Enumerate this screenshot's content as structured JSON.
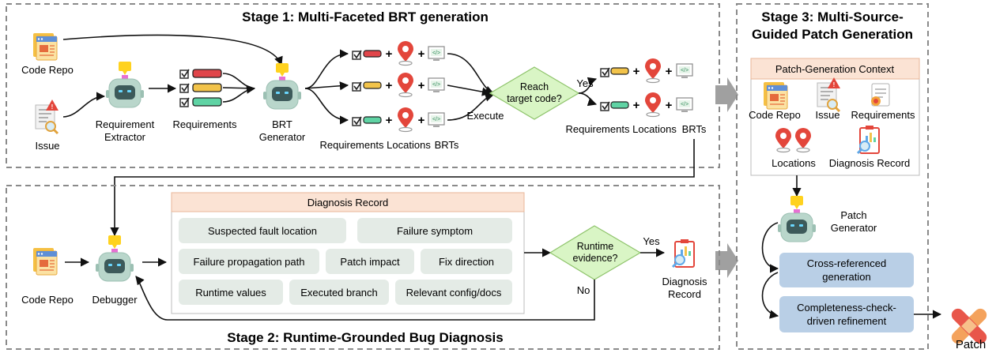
{
  "stage1": {
    "title": "Stage 1: Multi-Faceted BRT generation",
    "code_repo": "Code Repo",
    "issue": "Issue",
    "extractor": [
      "Requirement",
      "Extractor"
    ],
    "requirements": "Requirements",
    "generator": [
      "BRT",
      "Generator"
    ],
    "out_requirements": "Requirements",
    "out_locations": "Locations",
    "out_brts": "BRTs",
    "decision": [
      "Reach",
      "target code?"
    ],
    "yes": "Yes",
    "execute": "Execute",
    "final_requirements": "Requirements",
    "final_locations": "Locations",
    "final_brts": "BRTs"
  },
  "stage2": {
    "title": "Stage 2: Runtime-Grounded Bug Diagnosis",
    "code_repo": "Code Repo",
    "debugger": "Debugger",
    "record_title": "Diagnosis Record",
    "chips": [
      "Suspected fault location",
      "Failure symptom",
      "Failure propagation path",
      "Patch impact",
      "Fix direction",
      "Runtime values",
      "Executed branch",
      "Relevant config/docs"
    ],
    "decision": [
      "Runtime",
      "evidence?"
    ],
    "yes": "Yes",
    "no": "No",
    "output": [
      "Diagnosis",
      "Record"
    ]
  },
  "stage3": {
    "title": [
      "Stage 3: Multi-Source-",
      "Guided Patch Generation"
    ],
    "context_title": "Patch-Generation Context",
    "ctx_code_repo": "Code Repo",
    "ctx_issue": "Issue",
    "ctx_requirements": "Requirements",
    "ctx_locations": "Locations",
    "ctx_diagnosis": "Diagnosis Record",
    "generator": [
      "Patch",
      "Generator"
    ],
    "step1": [
      "Cross-referenced",
      "generation"
    ],
    "step2": [
      "Completeness-check-",
      "driven refinement"
    ],
    "patch": "Patch"
  },
  "colors": {
    "dashed": "#8a8a8a",
    "header_fill": "#fbe3d4",
    "header_stroke": "#e8b79a",
    "chip_fill": "#e4ebe6",
    "diamond_fill": "#d9f5c5",
    "diamond_stroke": "#8fc46c",
    "step_fill": "#b9cfe6",
    "pin": "#e3463b",
    "req_red": "#e0454a",
    "req_yellow": "#f2c34a",
    "req_green": "#5fd3a4",
    "robot_body": "#b9d6cb",
    "robot_face": "#3d5a5a",
    "bubble": "#ffd21f",
    "arrow_gray": "#a0a0a0"
  }
}
